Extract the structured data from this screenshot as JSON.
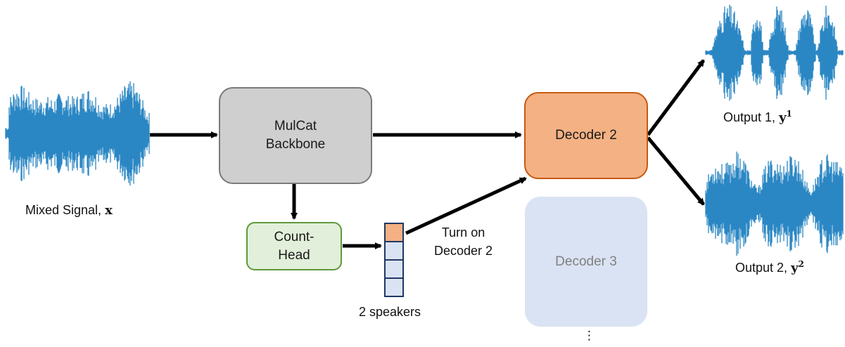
{
  "backbone": {
    "line1": "MulCat",
    "line2": "Backbone"
  },
  "count_head": {
    "line1": "Count-",
    "line2": "Head"
  },
  "decoder_active": {
    "label": "Decoder 2"
  },
  "decoder_inactive": {
    "label": "Decoder 3"
  },
  "input": {
    "label": "Mixed Signal, ",
    "symbol": "x"
  },
  "speakers": {
    "label": "2 speakers",
    "cells": 4,
    "active_index": 0
  },
  "turn_on": {
    "line1": "Turn on",
    "line2": "Decoder 2"
  },
  "output1": {
    "label": "Output 1, ",
    "symbol": "y",
    "sup": "1"
  },
  "output2": {
    "label": "Output 2, ",
    "symbol": "y",
    "sup": "2"
  },
  "ellipsis": "⋮",
  "colors": {
    "waveform": "#2b87c4",
    "backbone_fill": "#d0cfcf",
    "backbone_stroke": "#7a7a7a",
    "count_fill": "#e2efda",
    "count_stroke": "#5e9a3c",
    "decoder_fill": "#f4b183",
    "decoder_stroke": "#c55a11",
    "decoder3_fill": "#dae3f3",
    "cell_fill": "#dae3f3",
    "cell_active": "#f4b183",
    "cell_stroke": "#1f3864"
  }
}
